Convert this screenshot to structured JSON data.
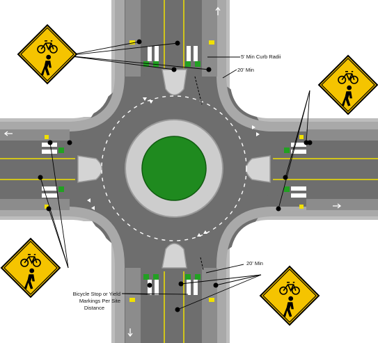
{
  "annotations": {
    "curb_radii": "5' Min Curb Radii",
    "min_top": "20' Min",
    "min_bottom": "20' Min",
    "stop_line1": "Bicycle Stop or Yield",
    "stop_line2": "Markings Per Site",
    "stop_line3": "Distance"
  },
  "signs": [
    {
      "id": "top-left",
      "icon": "bicycle-pedestrian-warning-sign"
    },
    {
      "id": "right",
      "icon": "bicycle-pedestrian-warning-sign"
    },
    {
      "id": "bottom-left",
      "icon": "bicycle-pedestrian-warning-sign"
    },
    {
      "id": "bottom-right",
      "icon": "bicycle-pedestrian-warning-sign"
    }
  ],
  "colors": {
    "road": "#707070",
    "bike_lane": "#8c8c8c",
    "island": "#cfcfcf",
    "center": "#1f8a1f",
    "sign": "#f5c400",
    "bike_green": "#22a022",
    "buffer_yellow": "#f0e000"
  }
}
